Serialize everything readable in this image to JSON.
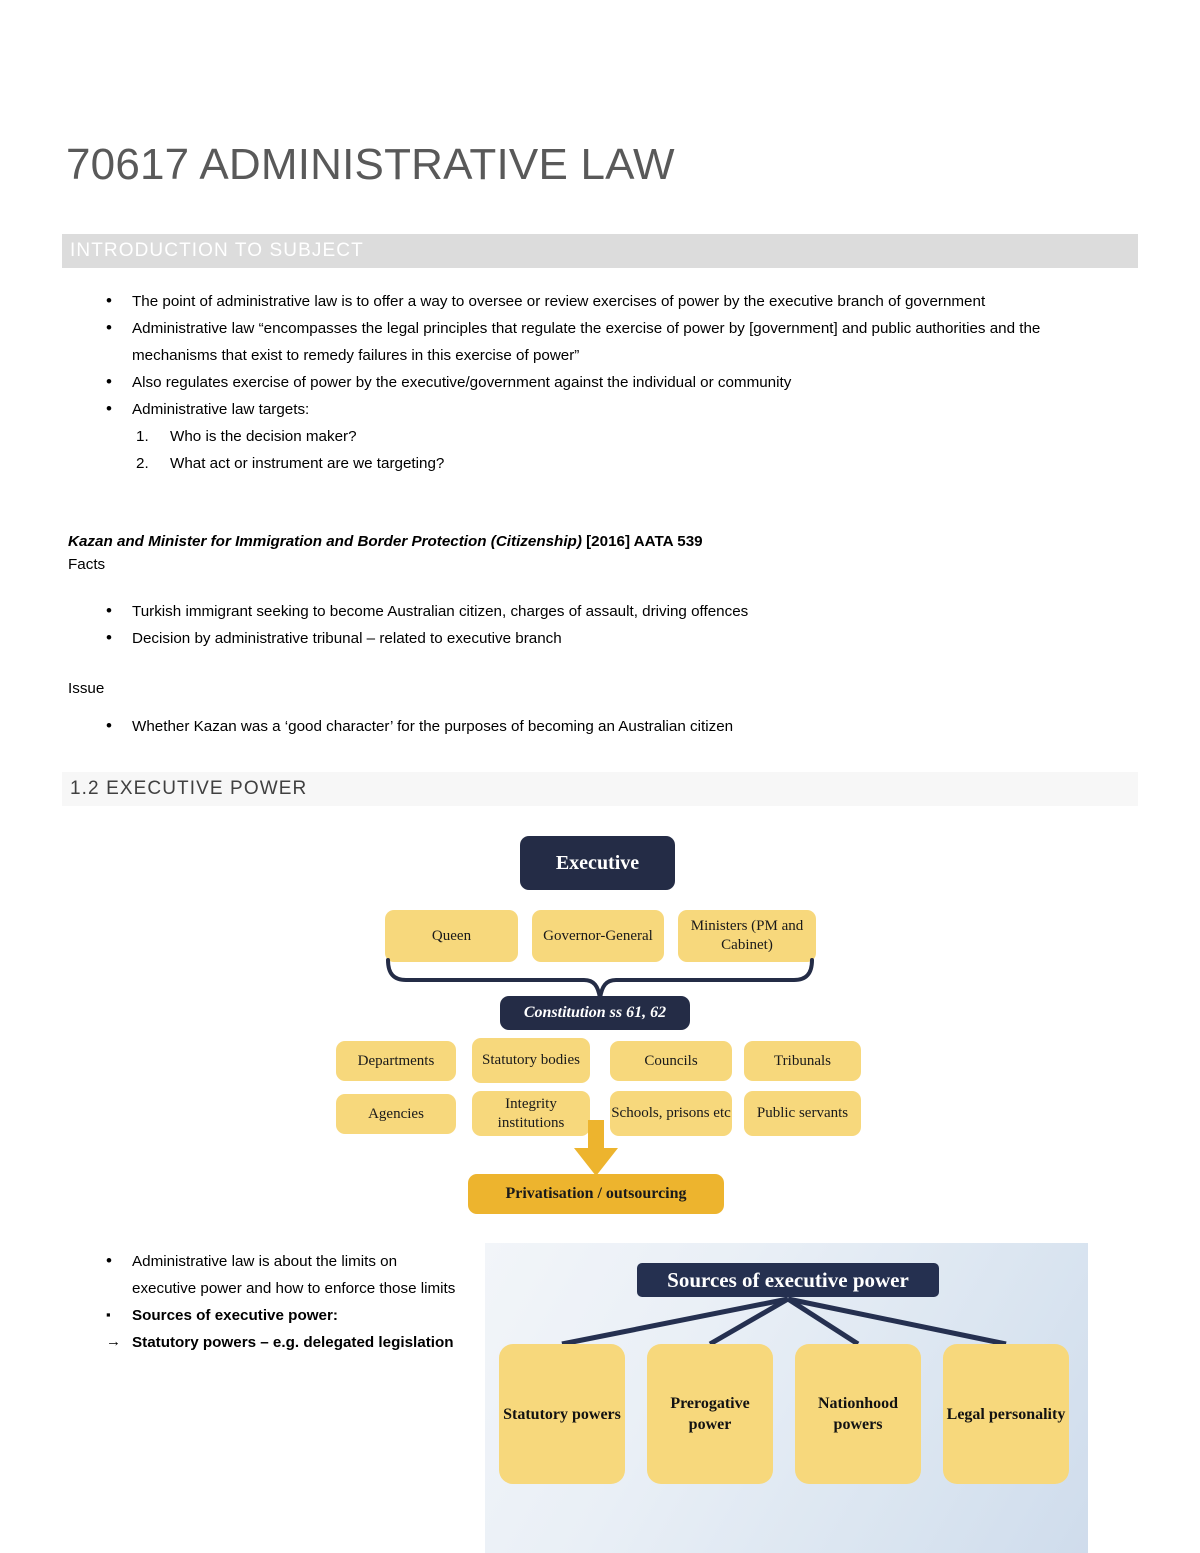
{
  "document": {
    "title": "70617 ADMINISTRATIVE LAW"
  },
  "sections": [
    {
      "id": "intro",
      "heading": "INTRODUCTION TO SUBJECT"
    },
    {
      "id": "exec",
      "heading": "1.2 EXECUTIVE POWER"
    }
  ],
  "intro": {
    "bullets": [
      "The point of administrative law is to offer a way to oversee or review exercises of power by the executive branch of government",
      "Administrative law “encompasses the legal principles that regulate the  exercise of power by [government] and public authorities and the mechanisms that exist to remedy failures in this exercise  of  power”",
      "Also regulates exercise  of power by the executive/government against the individual or community",
      "Administrative law targets:"
    ],
    "numbered": [
      "Who is the decision maker?",
      "What act or instrument are we targeting?"
    ]
  },
  "case": {
    "name": "Kazan and Minister for Immigration and Border Protection (Citizenship)",
    "citation": "[2016] AATA 539",
    "facts_label": "Facts",
    "facts": [
      "Turkish immigrant seeking to become Australian citizen, charges of assault, driving offences",
      "Decision by administrative tribunal – related to executive branch"
    ],
    "issue_label": "Issue",
    "issues": [
      "Whether Kazan was a ‘good character’ for the purposes of becoming an Australian citizen"
    ]
  },
  "executive_notes": [
    {
      "bullet": "•",
      "text": "Administrative law is about the limits on executive power and how to enforce those limits",
      "bold": false
    },
    {
      "bullet": "▪",
      "text": "Sources of executive power:",
      "bold": true
    },
    {
      "bullet": "→",
      "text": "Statutory powers – e.g. delegated legislation",
      "bold": true
    }
  ],
  "figure_executive": {
    "root": "Executive",
    "tier1": [
      "Queen",
      "Governor-General",
      "Ministers (PM and Cabinet)"
    ],
    "constitution": "Constitution ss 61, 62",
    "grid_row1": [
      "Departments",
      "Statutory bodies",
      "Councils",
      "Tribunals"
    ],
    "grid_row2": [
      "Agencies",
      "Integrity institutions",
      "Schools, prisons etc",
      "Public servants"
    ],
    "outcome": "Privatisation / outsourcing"
  },
  "figure_sources": {
    "heading": "Sources of executive power",
    "boxes": [
      "Statutory powers",
      "Prerogative power",
      "Nationhood powers",
      "Legal personality"
    ]
  },
  "colors": {
    "navy": "#242c46",
    "yellow": "#f7d87c",
    "amber": "#edb42e",
    "heading_bar": "#dcdcdc",
    "heading_bar_light": "#f7f7f7",
    "title_text": "#595959"
  }
}
